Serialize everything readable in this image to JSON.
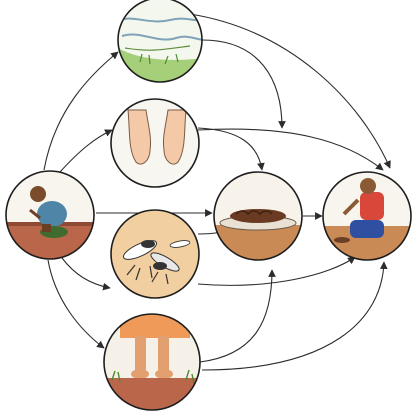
{
  "diagram": {
    "type": "fecal-oral transmission cycle illustration",
    "background": "#ffffff",
    "arrow_color": "#2c2c2c",
    "nodes": [
      {
        "id": "source",
        "icon": "person-defecating-icon"
      },
      {
        "id": "water",
        "icon": "water-stream-icon"
      },
      {
        "id": "hands",
        "icon": "hands-icon"
      },
      {
        "id": "flies",
        "icon": "flies-icon"
      },
      {
        "id": "feet",
        "icon": "bare-feet-icon"
      },
      {
        "id": "food",
        "icon": "food-plate-icon"
      },
      {
        "id": "host",
        "icon": "person-eating-icon"
      }
    ]
  }
}
